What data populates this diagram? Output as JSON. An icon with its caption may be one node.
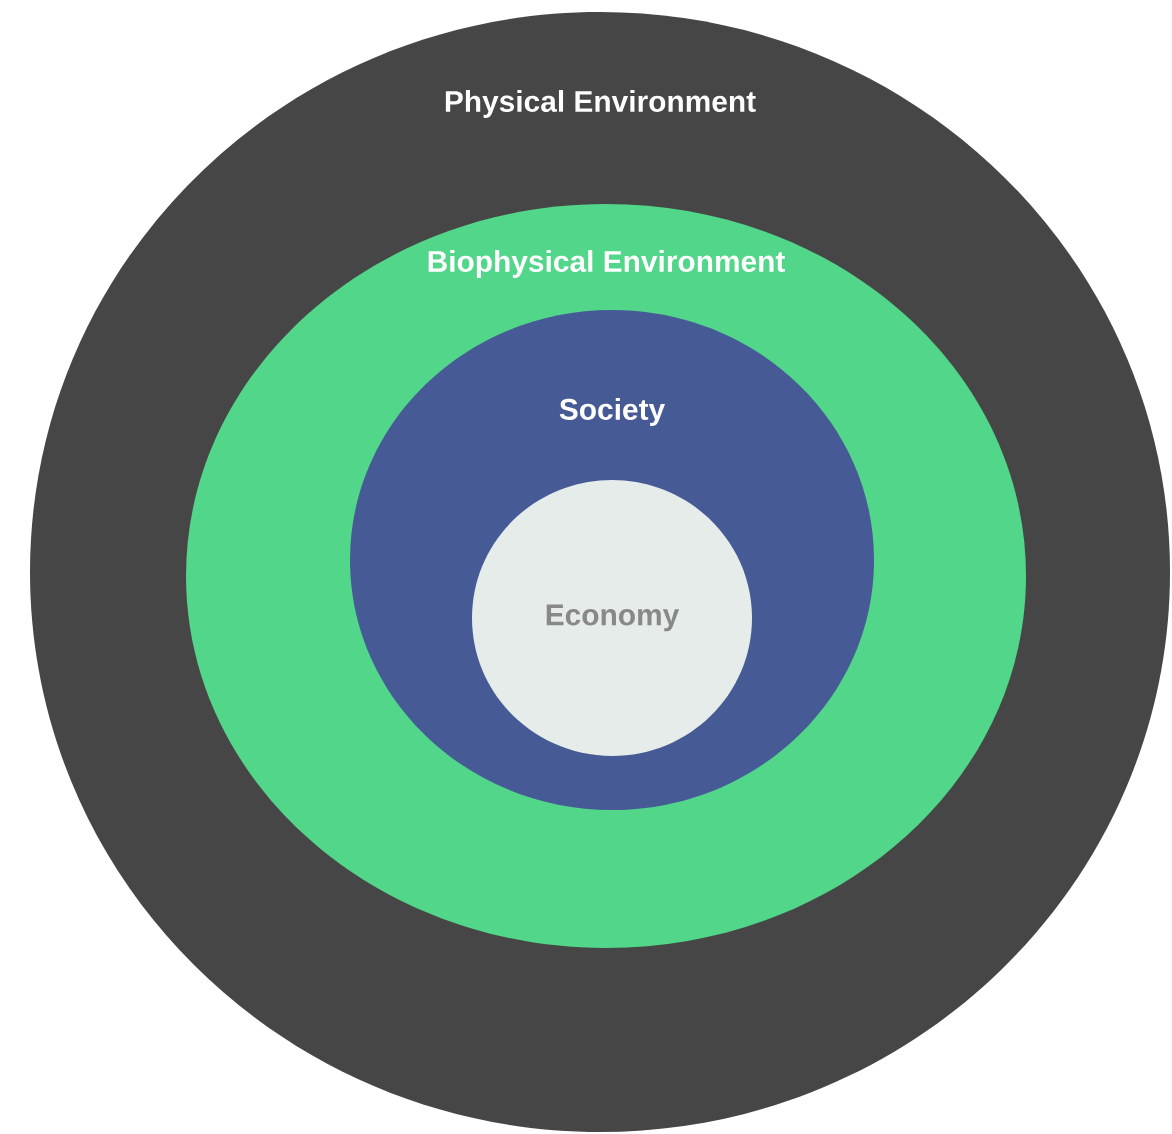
{
  "diagram": {
    "nodes": [
      {
        "text": [
          "Physical Environment"
        ]
      },
      {
        "text": [
          "Biophysical Environment"
        ],
        "in": 0
      },
      {
        "text": [
          "Society"
        ],
        "in": 1
      },
      {
        "text": [
          "Economy"
        ],
        "in": 2
      }
    ]
  }
}
